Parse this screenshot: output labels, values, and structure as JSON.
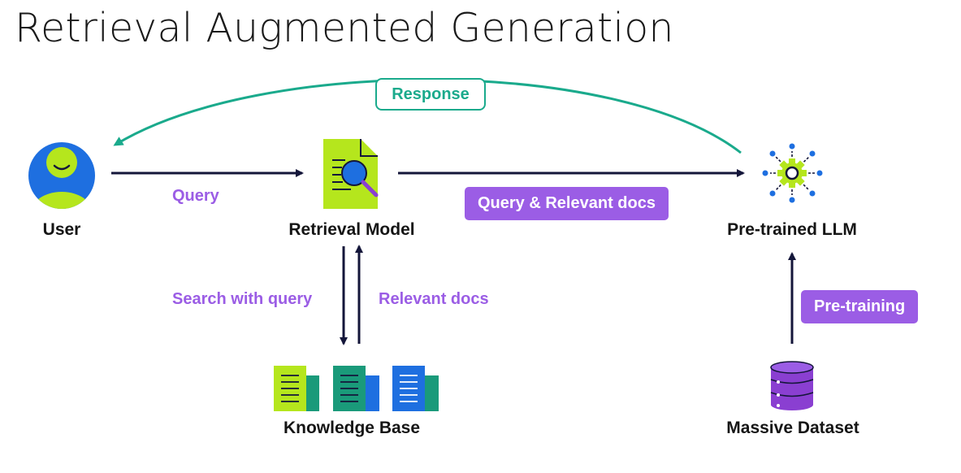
{
  "title": "Retrieval Augmented Generation",
  "nodes": {
    "user": "User",
    "retrieval_model": "Retrieval Model",
    "llm": "Pre-trained LLM",
    "knowledge_base": "Knowledge Base",
    "dataset": "Massive Dataset"
  },
  "edges": {
    "response": "Response",
    "query": "Query",
    "query_relevant_docs": "Query & Relevant docs",
    "search_with_query": "Search with query",
    "relevant_docs": "Relevant docs",
    "pre_training": "Pre-training"
  },
  "colors": {
    "arrow": "#14163a",
    "response": "#1aaa8c",
    "label_purple": "#9b5de5",
    "user_blue": "#1e6fe0",
    "lime": "#b5e61d",
    "teal": "#1a9a7a"
  }
}
